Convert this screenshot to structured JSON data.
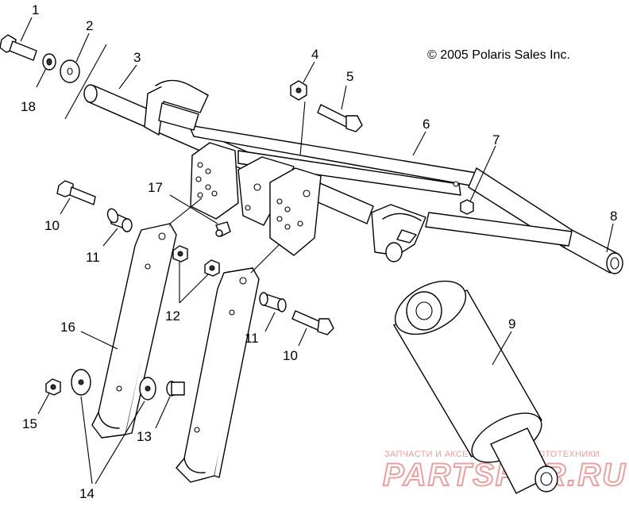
{
  "copyright": "© 2005 Polaris Sales Inc.",
  "watermark": {
    "tagline": "ЗАПЧАСТИ И АКСЕССУАРЫ ДЛЯ МОТОТЕХНИКИ",
    "brand": "PARTSFOR.RU"
  },
  "callouts": {
    "c1": "1",
    "c2": "2",
    "c3": "3",
    "c4": "4",
    "c5": "5",
    "c6": "6",
    "c7": "7",
    "c8": "8",
    "c9": "9",
    "c10a": "10",
    "c10b": "10",
    "c11a": "11",
    "c11b": "11",
    "c12": "12",
    "c13": "13",
    "c14": "14",
    "c15": "15",
    "c16": "16",
    "c17": "17",
    "c18": "18"
  }
}
